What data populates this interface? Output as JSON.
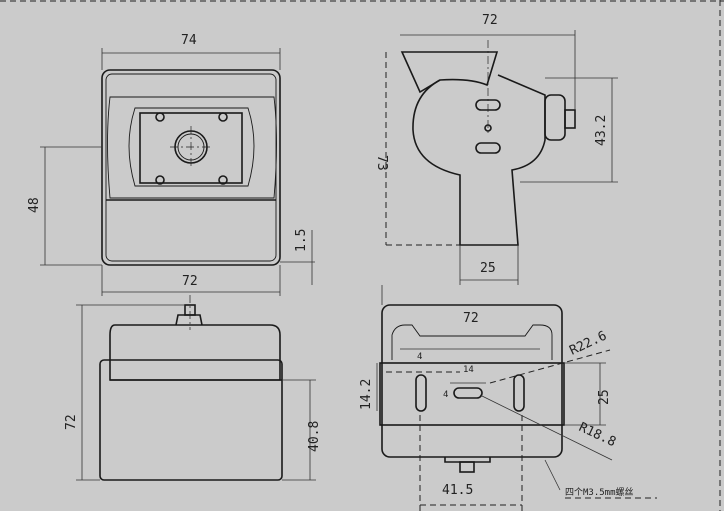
{
  "drawing": {
    "front_view": {
      "width_top": "74",
      "width_bottom": "72",
      "height": "48",
      "offset": "1.5"
    },
    "side_view": {
      "width": "72",
      "height": "73",
      "mount_height": "43.2",
      "base_width": "25"
    },
    "back_view": {
      "height": "72",
      "lower_height": "40.8"
    },
    "bottom_view": {
      "width": "72",
      "inner": "4",
      "slot": "14",
      "slot_height": "4",
      "band_height": "14.2",
      "band_right": "25",
      "radius_small": "R22.6",
      "radius_large": "R18.8",
      "bottom_width": "41.5",
      "note": "四个M3.5mm螺丝"
    }
  }
}
